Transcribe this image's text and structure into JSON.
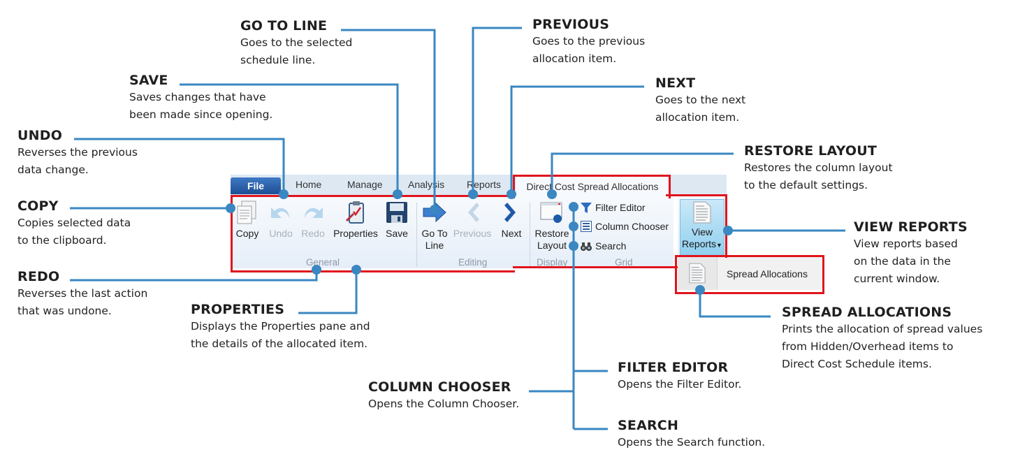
{
  "colors": {
    "leader_line": "#3a87c2",
    "highlight_border": "#e0141d",
    "file_tab": "#2a5fa8",
    "view_reports_bg": "#a8dcf4",
    "ribbon_bg": "#eef3fa"
  },
  "ribbon": {
    "tabs": {
      "file": "File",
      "home": "Home",
      "manage": "Manage",
      "analysis": "Analysis",
      "reports": "Reports",
      "active": "Direct Cost Spread Allocations"
    },
    "groups": {
      "general": {
        "label": "General",
        "buttons": [
          {
            "label": "Copy",
            "icon": "copy-icon",
            "enabled": true
          },
          {
            "label": "Undo",
            "icon": "undo-icon",
            "enabled": false
          },
          {
            "label": "Redo",
            "icon": "redo-icon",
            "enabled": false
          },
          {
            "label": "Properties",
            "icon": "properties-icon",
            "enabled": true
          },
          {
            "label": "Save",
            "icon": "save-icon",
            "enabled": true
          }
        ]
      },
      "editing": {
        "label": "Editing",
        "buttons": [
          {
            "label_line1": "Go To",
            "label_line2": "Line",
            "icon": "arrow-right-icon",
            "enabled": true
          },
          {
            "label": "Previous",
            "icon": "chevron-left-icon",
            "enabled": false
          },
          {
            "label": "Next",
            "icon": "chevron-right-icon",
            "enabled": true
          }
        ]
      },
      "display": {
        "label": "Display",
        "buttons": [
          {
            "label_line1": "Restore",
            "label_line2": "Layout",
            "icon": "restore-layout-icon",
            "enabled": true
          }
        ]
      },
      "grid": {
        "label": "Grid",
        "buttons": [
          {
            "label": "Filter Editor",
            "icon": "filter-icon"
          },
          {
            "label": "Column Chooser",
            "icon": "column-chooser-icon"
          },
          {
            "label": "Search",
            "icon": "binoculars-icon"
          }
        ]
      }
    },
    "view_reports": {
      "label_line1": "View",
      "label_line2": "Reports",
      "icon": "report-document-icon"
    },
    "dropdown": {
      "item": "Spread Allocations",
      "icon": "report-document-icon"
    }
  },
  "callouts": {
    "go_to_line": {
      "title": "GO TO LINE",
      "desc": [
        "Goes to the selected",
        "schedule line."
      ]
    },
    "previous": {
      "title": "PREVIOUS",
      "desc": [
        "Goes to the previous",
        "allocation item."
      ]
    },
    "save": {
      "title": "SAVE",
      "desc": [
        "Saves changes that have",
        "been made since opening."
      ]
    },
    "next": {
      "title": "NEXT",
      "desc": [
        "Goes to the next",
        "allocation item."
      ]
    },
    "undo": {
      "title": "UNDO",
      "desc": [
        "Reverses the previous",
        "data change."
      ]
    },
    "restore_layout": {
      "title": "RESTORE LAYOUT",
      "desc": [
        "Restores the column layout",
        "to the default settings."
      ]
    },
    "copy": {
      "title": "COPY",
      "desc": [
        "Copies selected data",
        "to the clipboard."
      ]
    },
    "view_reports": {
      "title": "VIEW REPORTS",
      "desc": [
        "View reports based",
        "on the data in the",
        "current window."
      ]
    },
    "redo": {
      "title": "REDO",
      "desc": [
        "Reverses the last action",
        "that was undone."
      ]
    },
    "properties": {
      "title": "PROPERTIES",
      "desc": [
        "Displays the Properties pane and",
        "the details of the allocated item."
      ]
    },
    "spread_allocations": {
      "title": "SPREAD ALLOCATIONS",
      "desc": [
        "Prints the allocation of spread values",
        "from Hidden/Overhead items to",
        "Direct Cost Schedule items."
      ]
    },
    "filter_editor": {
      "title": "FILTER EDITOR",
      "desc": [
        "Opens the Filter Editor."
      ]
    },
    "column_chooser": {
      "title": "COLUMN CHOOSER",
      "desc": [
        "Opens the Column Chooser."
      ]
    },
    "search": {
      "title": "SEARCH",
      "desc": [
        "Opens the Search function."
      ]
    }
  }
}
